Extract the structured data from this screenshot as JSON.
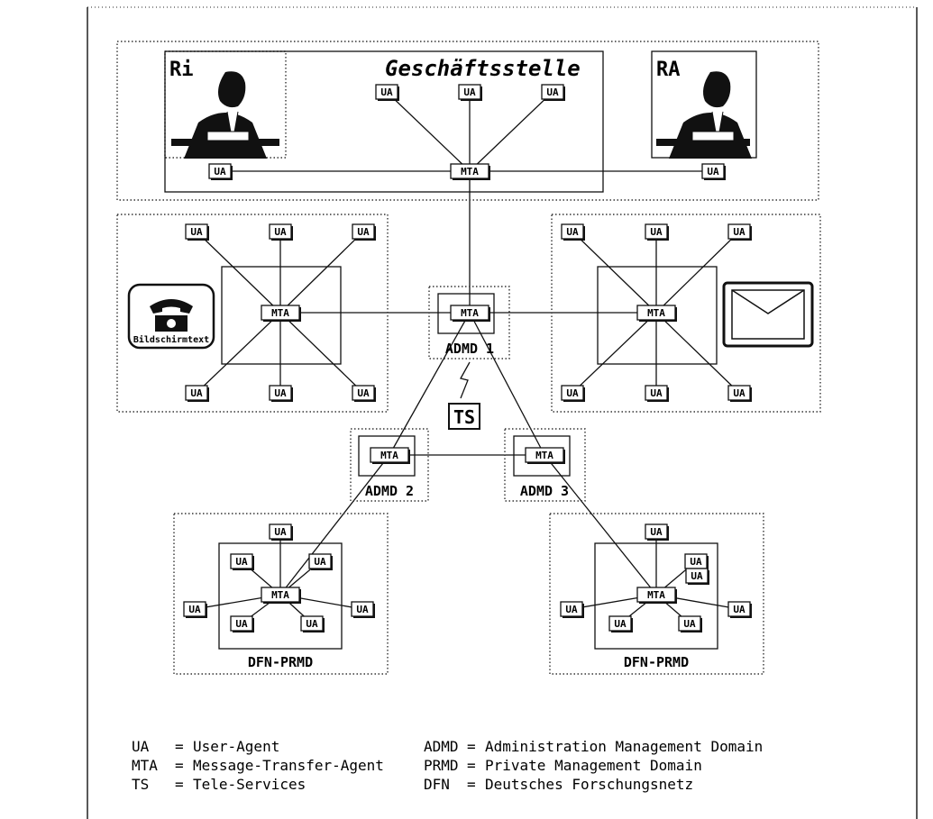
{
  "labels": {
    "ua": "UA",
    "mta": "MTA",
    "ri": "Ri",
    "ra": "RA",
    "geschaeftsstelle": "Geschäftsstelle",
    "bildschirmtext": "Bildschirmtext",
    "admd1": "ADMD 1",
    "admd2": "ADMD 2",
    "admd3": "ADMD 3",
    "ts": "TS",
    "prmd_left": "DFN-PRMD",
    "prmd_right": "DFN-PRMD"
  },
  "legend": [
    {
      "abbr": "UA",
      "sep": "=",
      "text": "User-Agent"
    },
    {
      "abbr": "MTA",
      "sep": "=",
      "text": "Message-Transfer-Agent"
    },
    {
      "abbr": "TS",
      "sep": "=",
      "text": "Tele-Services"
    },
    {
      "abbr": "ADMD",
      "sep": "=",
      "text": "Administration Management Domain"
    },
    {
      "abbr": "PRMD",
      "sep": "=",
      "text": "Private Management Domain"
    },
    {
      "abbr": "DFN",
      "sep": "=",
      "text": "Deutsches Forschungsnetz"
    }
  ],
  "colors": {
    "ink": "#111111",
    "dotted": "#333333",
    "background": "#ffffff"
  }
}
